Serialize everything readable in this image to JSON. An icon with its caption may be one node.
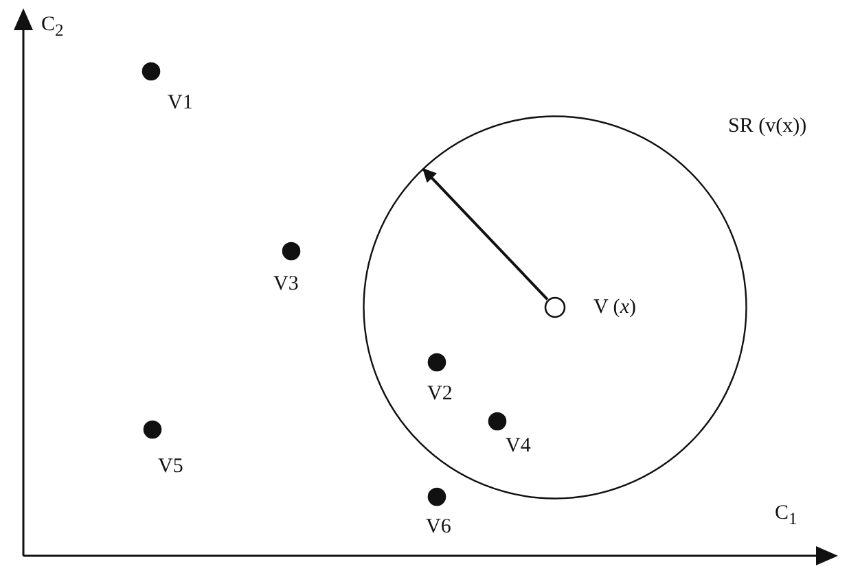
{
  "diagram": {
    "nodes": [
      {
        "text": [],
        "shape": "circle",
        "beside": [
          "V1"
        ]
      },
      {
        "text": [
          "SR (v(x))"
        ]
      },
      {
        "text": [],
        "shape": "circle",
        "beside": [
          "V3"
        ]
      },
      {
        "text": [],
        "shape": "circle",
        "beside": [
          "V (*x*)"
        ],
        "in": 1
      },
      {
        "text": [],
        "shape": "circle",
        "beside": [
          "V2"
        ],
        "in": 1
      },
      {
        "text": [],
        "shape": "circle",
        "beside": [
          "V4"
        ],
        "in": 1
      },
      {
        "text": [],
        "shape": "circle",
        "beside": [
          "V5"
        ]
      },
      {
        "text": [],
        "shape": "circle",
        "beside": [
          "V6"
        ]
      }
    ],
    "edges": [
      {
        "from": 3,
        "to": 1,
        "arrow": "to"
      }
    ],
    "labels": [
      "C$_{2}$",
      "C$_{1}$"
    ]
  }
}
